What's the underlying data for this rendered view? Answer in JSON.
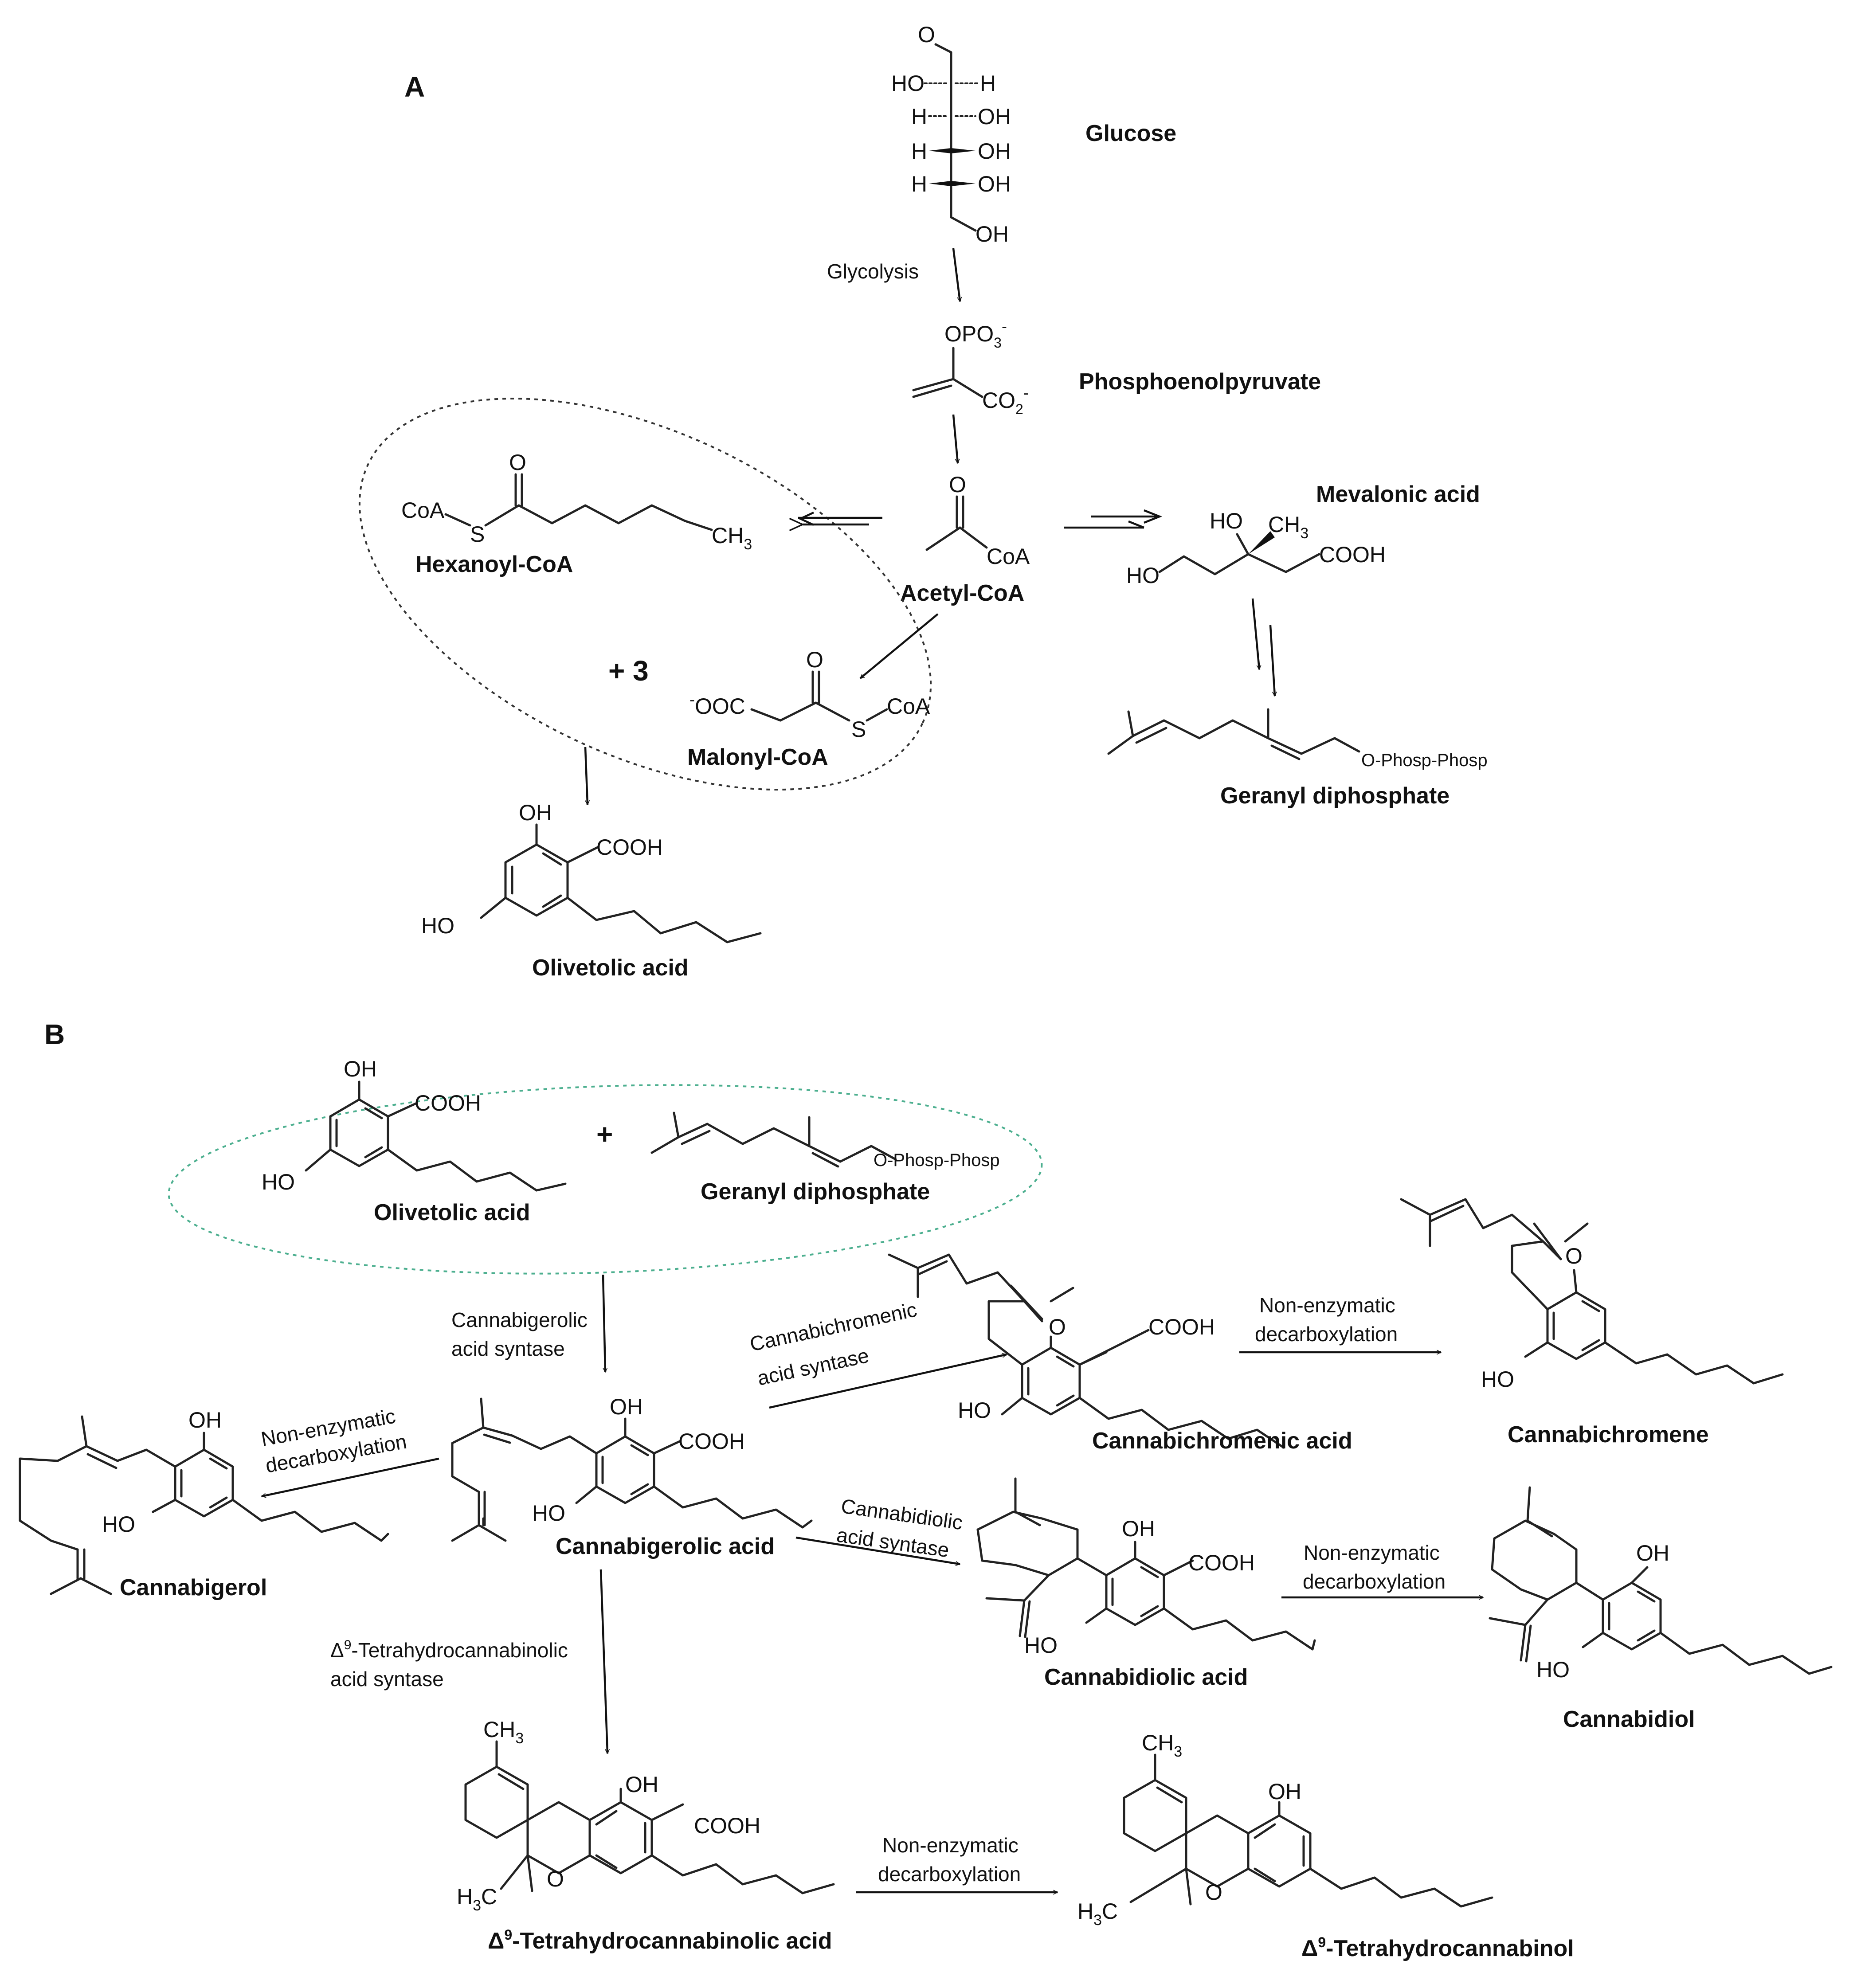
{
  "panels": {
    "a": "A",
    "b": "B"
  },
  "compounds": {
    "glucose": "Glucose",
    "pep": "Phosphoenolpyruvate",
    "mevalonic": "Mevalonic acid",
    "hexanoyl": "Hexanoyl-CoA",
    "acetyl": "Acetyl-CoA",
    "malonyl": "Malonyl-CoA",
    "gpp": "Geranyl diphosphate",
    "olivetolic": "Olivetolic acid",
    "olivetolic_b": "Olivetolic acid",
    "gpp_b": "Geranyl diphosphate",
    "cbga": "Cannabigerolic acid",
    "cbg": "Cannabigerol",
    "cbca": "Cannabichromenic acid",
    "cbc": "Cannabichromene",
    "cbda": "Cannabidiolic acid",
    "cbd": "Cannabidiol",
    "thca_pre": "Δ",
    "thca_sup": "9",
    "thca_post": "-Tetrahydrocannabinolic acid",
    "thc_pre": "Δ",
    "thc_sup": "9",
    "thc_post": "-Tetrahydrocannabinol"
  },
  "steps": {
    "glycolysis": "Glycolysis",
    "multiplier": "+ 3",
    "plus": "+",
    "cbgas_1": "Cannabigerolic",
    "cbgas_2": "acid syntase",
    "cbcas_1": "Cannabichromenic",
    "cbcas_2": "acid syntase",
    "cbdas_1": "Cannabidiolic",
    "cbdas_2": "acid syntase",
    "thcas_pre": "Δ",
    "thcas_sup": "9",
    "thcas_post": "-Tetrahydrocannabinolic",
    "thcas_2": "acid syntase",
    "decarb_1": "Non-enzymatic",
    "decarb_2": "decarboxylation"
  },
  "atoms": {
    "o": "O",
    "h": "H",
    "ho": "HO",
    "oh": "OH",
    "opo3": "OPO",
    "sub3": "3",
    "minus": "-",
    "co2": "CO",
    "sub2": "2",
    "coa": "CoA",
    "s": "S",
    "ch3": "CH",
    "h3c_h": "H",
    "h3c_c": "C",
    "cooh": "COOH",
    "ooc": "OOC",
    "ophos": "O-Phosp-Phosp"
  },
  "colors": {
    "ellipse_a": "#333333",
    "ellipse_b": "#4caf8f"
  }
}
